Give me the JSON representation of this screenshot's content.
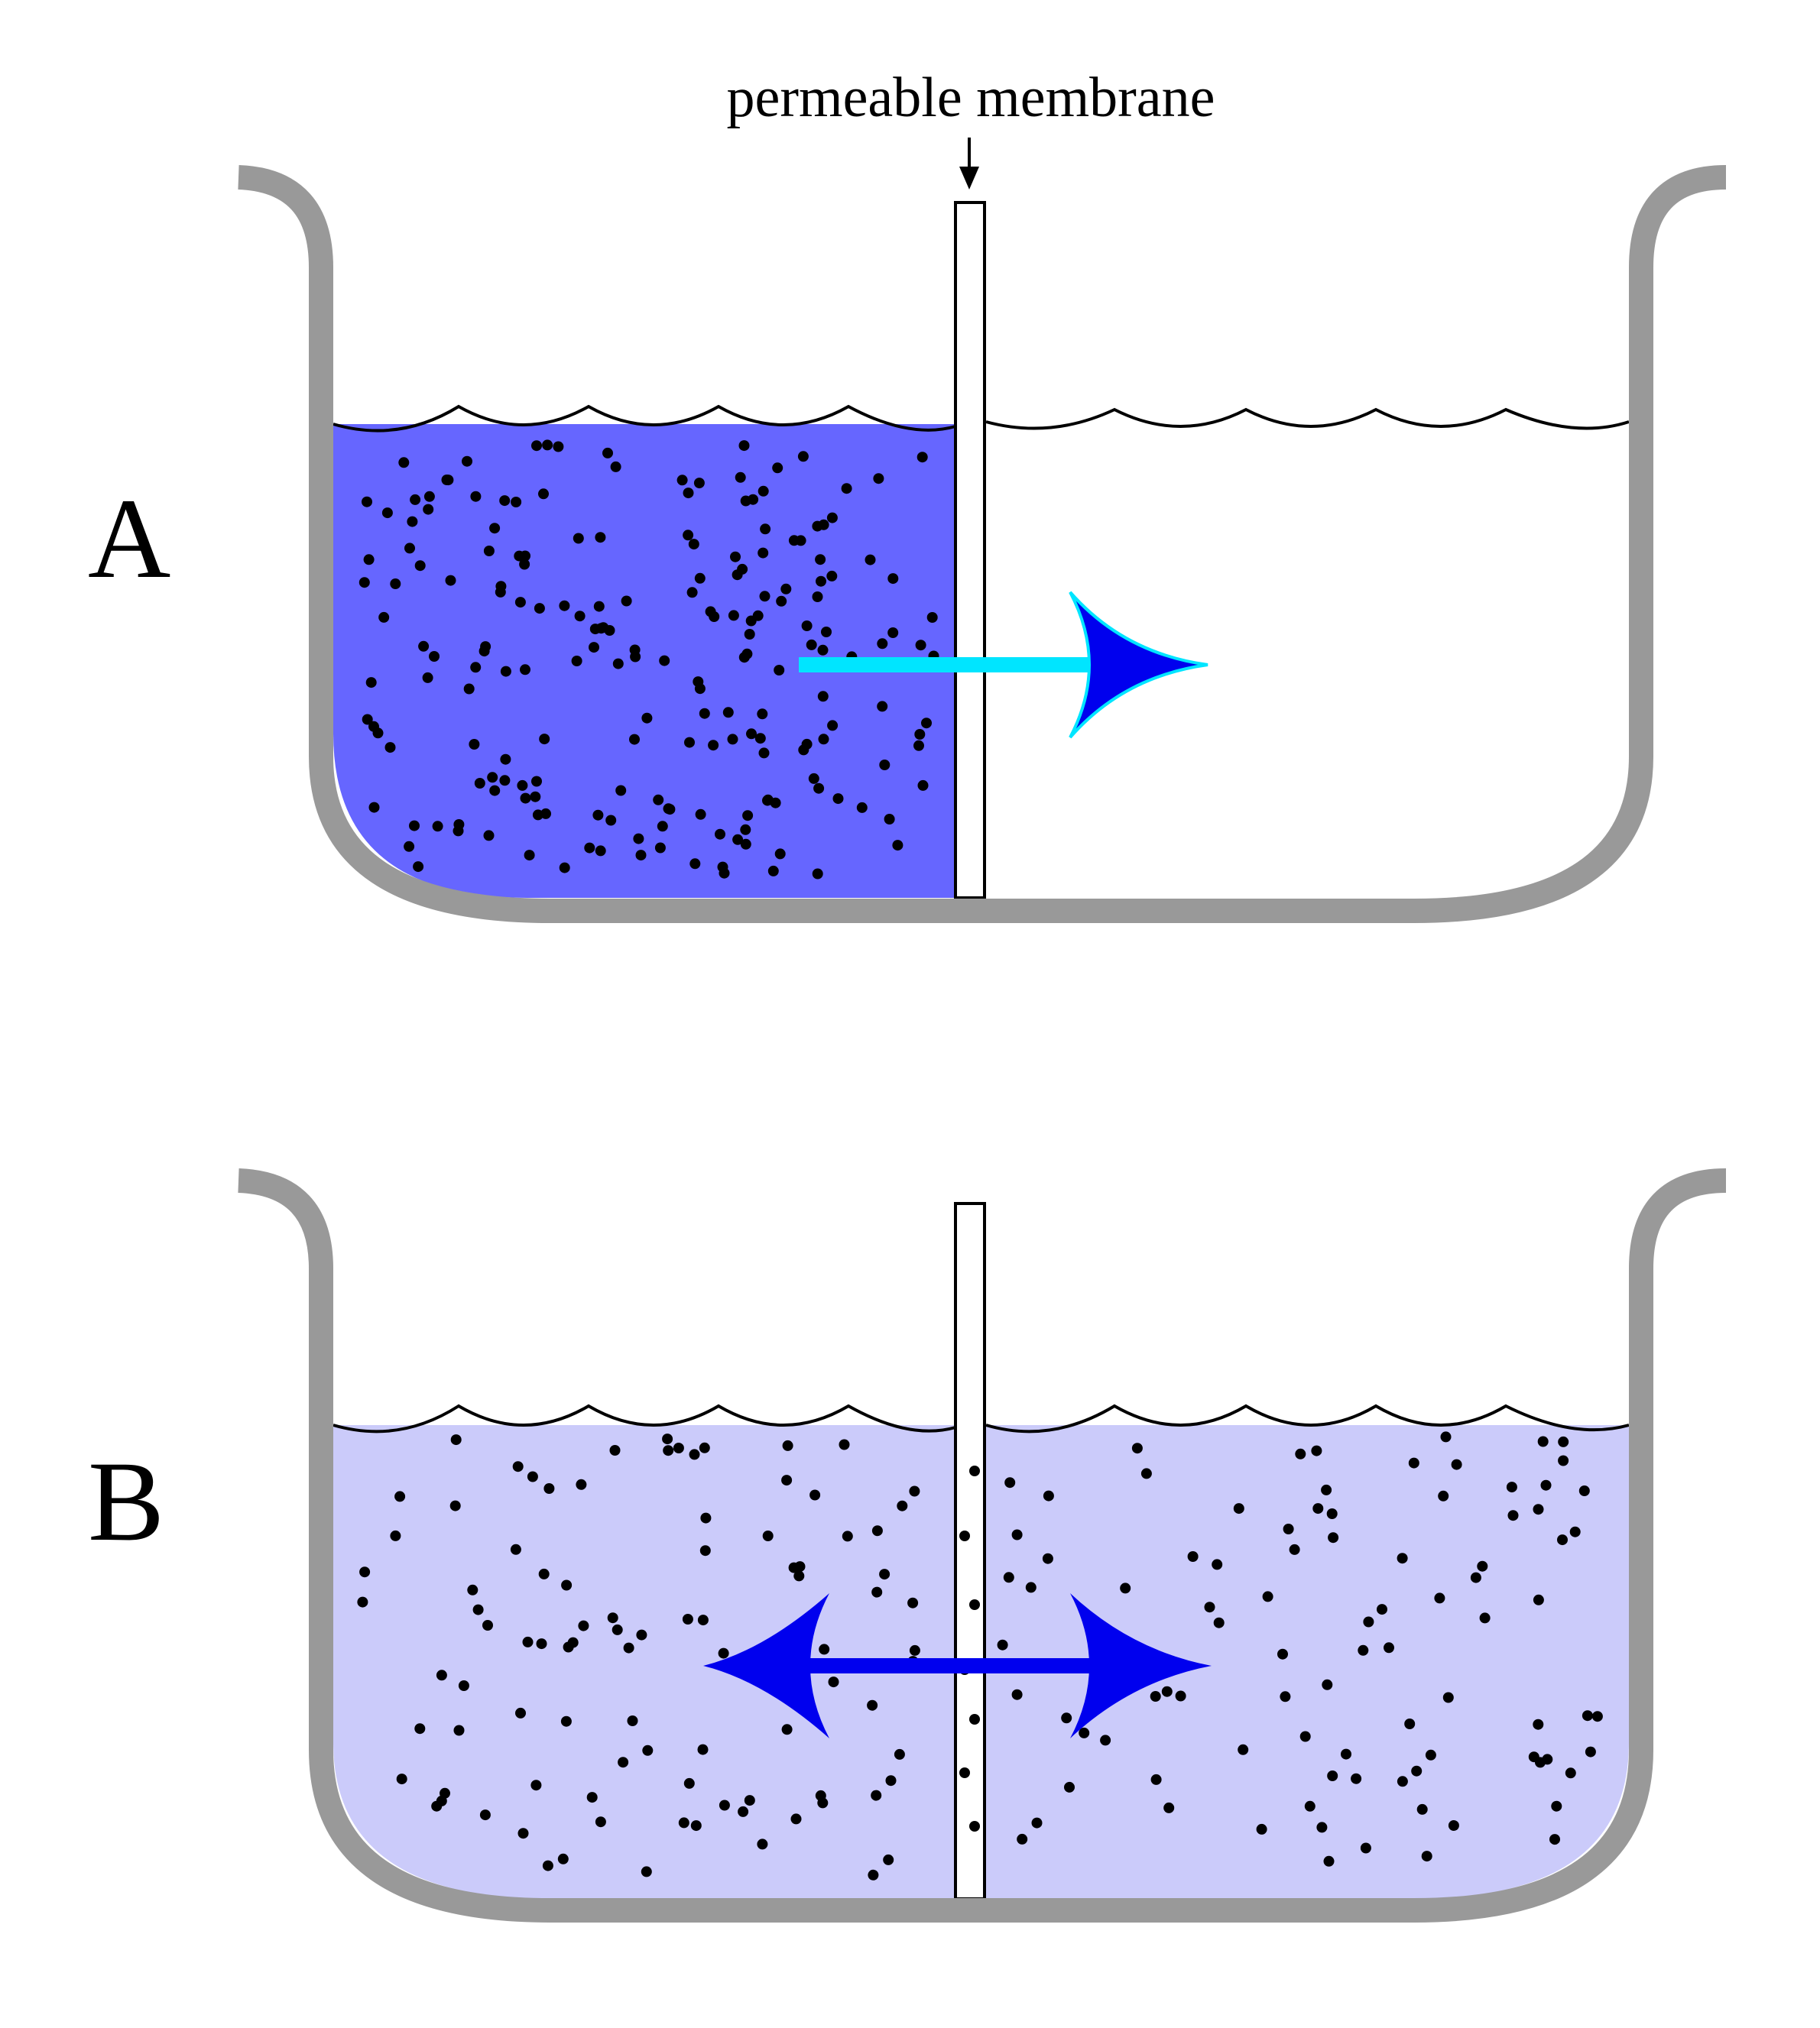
{
  "membrane_label": "permeable membrane",
  "panels": [
    {
      "id": "A",
      "label": "A",
      "left_fill": "#6666ff",
      "right_fill": "#ffffff",
      "arrow": "one-way-right",
      "particles_left": "dense",
      "particles_right": "none",
      "particles_in_membrane": false
    },
    {
      "id": "B",
      "label": "B",
      "left_fill": "#cbcbfa",
      "right_fill": "#cbcbfa",
      "arrow": "two-way",
      "particles_left": "sparse",
      "particles_right": "sparse",
      "particles_in_membrane": true
    }
  ],
  "colors": {
    "container": "#999999",
    "particle": "#000000",
    "arrow_a_shaft": "#00e5ff",
    "arrow_a_head": "#0000ee",
    "arrow_b": "#0000ee"
  }
}
